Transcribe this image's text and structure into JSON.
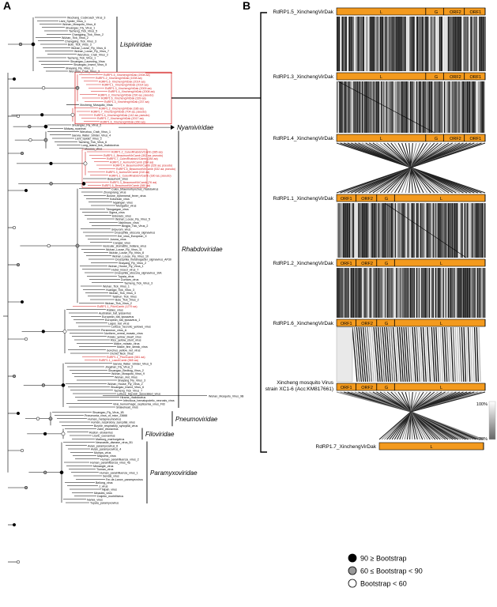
{
  "panels": {
    "a": "A",
    "b": "B"
  },
  "families": {
    "lispiviridae": "Lispiviridae",
    "nyamiviridae": "Nyamiviridae",
    "rhabdoviridae": "Rhabdoviridae",
    "pneumoviridae": "Pneumoviridae",
    "filoviridae": "Filoviridae",
    "paramyxoviridae": "Paramyxoviridae"
  },
  "lisp_leaves": [
    "Wuchang_Cockroach_Virus_3",
    "Lishi_Spider_Virus_1",
    "Wuhan_Mosquito_Virus_8",
    "Shuangao_Fly_Virus_1",
    "Tacheng_Tick_Virus_5",
    "Changping_Tick_Virus_2",
    "Wuhan_Tick_Virus_2",
    "Changping_Tick_Virus_3",
    "Bole_Tick_Virus_3",
    "Wuhan_Louse_Fly_Virus_6",
    "Wuhan_Louse_Fly_Virus_7",
    "Wenzhou_Crab_Virus_2",
    "Tacheng_Tick_Virus_1",
    "Shuangao_Lacewing_Virus",
    "Shuangao_Insect_Virus_5",
    "Shayang_Fly_Virus_1",
    "Wenzhou_Crab_Virus_3"
  ],
  "xinch_red": [
    "RdRP1.5_XinchengVirDak (2008 aa)",
    "RdRP1.2_XinchengVirDak (1008 aa)",
    "RdRP1.6_XinchengVirDak (2014 aa)",
    "RdRP1.1_XinchengVirDak (2014 aa)",
    "RdRP1.3_XinchengVirDak (2009 aa)",
    "RdRP1.4_XinchengVirDak (2008 aa)",
    "RdRP1.3_XinchengVirDak (290 aa; pseudo)",
    "RdRP1.6_XinchengVirDak (339 aa)",
    "RdRP1.3_XinchengVirDak (237 aa)"
  ],
  "xinch_mid": "Xincheng_Mosquito_Virus",
  "xinch_red2": [
    "RdRP1.2_XinchengVirDak (186 aa)",
    "RdRP1.7_XinchengVirDak (704 aa; pseudo)",
    "RdRP1.4_XinchengVirDak (142 aa; pseudo)",
    "RdRP1.7_XinchengVirDak (2017 aa)",
    "RdRP1.6_XinchengVirDak (260 aa)"
  ],
  "nyami_leaves": [
    "Shuangao_Fly_Virus_2",
    "Midway_nyavirus"
  ],
  "rhab_top": [
    "Wenzhou_Crab_Virus_1",
    "Sanxia_Water_Strider_Virus_4",
    "Lishi_Spider_Virus_2",
    "Tacheng_Tick_Virus_6",
    "Long_island_tick_rhabdovirus",
    "Moussa_virus"
  ],
  "culex_red": [
    "RdRP1.2_CulexRhabdoVCamb (385 aa)",
    "RdRP1.1_BeaumontVirCamb (302 aa; pseudo)",
    "RdRP1.7_CulexRhabdoVCamb (284 aa)",
    "RdRP1.2_AurinoVirCamb (284 aa)",
    "RdRP1.4_BeaumontVirCamb (326 aa; pseudo)",
    "RdRP1.5_BeaumontVirCamb (532 aa; pseudo)",
    "RdRP1.3_AurinoVirCamb (310 aa)",
    "RdRP1.1_CulexRhabdoVCamb (180 aa; pseudo)"
  ],
  "rhab_mid": [
    "Beaumont_virus"
  ],
  "culex_red2": [
    "RdRP1.3_BeaumontVirCamb (76 aa)",
    "RdRP1.6_BeaumontVirCamb (380 aa)"
  ],
  "rhab_leaves": [
    "Beaumont_virus",
    "Culex_tritaeniorhynchus_rhabdovirus",
    "Zhongxiang_virus",
    "Bovine_ephemeral_fever_virus",
    "Kotonkan_virus",
    "Ngaingan_virus",
    "Mongabei_virus",
    "Tibrogargan_virus",
    "Sigma_virus",
    "Eldorado_virus",
    "Wuhan_Louse_Fly_Virus_5",
    "Nishimuro_virus",
    "Bingjia_Tick_Virus_2",
    "Sripuram_virus",
    "Drosophila_obscura_sigmavirus",
    "Eel_virus_European_X",
    "Jurona_virus",
    "Carajas_virus",
    "Vesicular_stomatitis_Indiana_virus",
    "Wuhan_Louse_Fly_Virus_11",
    "Wuhan_Louse_Fly_Virus_8",
    "Wuhan_Louse_Fly_Virus_10",
    "Drosophila_melanogaster_sigmavirus_AP30",
    "Shayang_Fly_Virus_2",
    "Wuhan_House_Fly_Virus_1",
    "Hubei_insect_virus_7",
    "Drosophila_obscura_sigmavirus_10A",
    "Tupaia_virus",
    "Durham_virus",
    "Tacheng_Tick_Virus_3",
    "Wuhan_Tick_Virus_1",
    "Huangpi_Tick_Virus_3",
    "Wuhan_Tick_Virus_3",
    "Taishun_Tick_Virus",
    "Bole_Tick_Virus_2",
    "Wuhan_Tick_Virus_2"
  ],
  "pilori_red": [
    "RdRP1.1_PiloriCamb (1279 aa)"
  ],
  "rhab_leaves2": [
    "Rabies_virus",
    "Australian_bat_lyssavirus",
    "European_bat_lyssavirus",
    "European_bat_lyssavirus_1",
    "Lagos_bat_virus",
    "Lettuce_necrotic_yellows_virus",
    "Persimmon_virus_A",
    "Northern_cereal_mosaic_virus",
    "Potato_yellow_dwarf_virus",
    "Rice_yellow_stunt_virus",
    "Maize_mosaic_virus",
    "Maize_fine_streak_virus",
    "Sonchus_yellow_net_virus",
    "Orchid_fleck_virus"
  ],
  "lazuli_red": [
    "RdRP1.1_PiloriCamb (581 aa)",
    "RdRP1.1_LazuliCamb (565 aa)"
  ],
  "rhab_leaves3": [
    "Sanxia_Water_Strider_Virus_5",
    "Jingshan_Fly_Virus_2",
    "Shuangao_Bedbug_Virus_2",
    "Wuhan_Mosquito_Virus_9",
    "Wuhan_Ant_Virus",
    "Shayang_Fly_Virus_3",
    "Wuhan_House_Fly_Virus_2",
    "Shuangao_Insect_Virus_6",
    "Tacheng_Tick_Virus_7",
    "Lettuce_big-vein_associated_virus",
    "Hirame_rhabdovirus",
    "Infectious_hematopoietic_necrosis_virus",
    "Viral_hemorrhagic_septicemia_virus_Fil3",
    "Snakehead_virus"
  ],
  "long_leaf": "Wuhan_Mosquito_Virus_9B",
  "pneumo_leaves": [
    "Shuangao_Fly_Virus_1B",
    "Pneumonia_virus_of_mice_J3666",
    "Human_metapneumovirus",
    "Human_respiratory_syncytial_virus",
    "Bovine_respiratory_syncytial_virus"
  ],
  "filo_leaves": [
    "Zaire_ebolavirus",
    "Reston_ebolavirus",
    "Lloviu_cuevavirus",
    "Marburg_marburgvirus"
  ],
  "paramyxo_leaves": [
    "Newcastle_disease_virus_B1",
    "Avian_paramyxovirus_6",
    "Avian_paramyxovirus_4",
    "Mumps_virus",
    "Mapuera_virus",
    "Human_parainfluenza_virus_2",
    "Human_parainfluenza_virus_4a",
    "Menangle_virus",
    "Tioman_virus",
    "Human_parainfluenza_virus_1",
    "Sendai_virus",
    "Fer-de-Lance_paramyxovirus",
    "Beilong_virus",
    "J_virus",
    "Nipah_virus",
    "Measles_virus",
    "Dolphin_morbillivirus",
    "Nariva_virus",
    "Tupaia_paramyxovirus"
  ],
  "legend": {
    "high": "90 ≥ Bootstrap",
    "mid": "60 ≤ Bootstrap < 90",
    "low": "Bootstrap  < 60"
  },
  "tracks": [
    {
      "label": "RdRP1.5_XinchengVirDak",
      "genes": [
        "L",
        "G",
        "ORF2",
        "ORF1"
      ]
    },
    {
      "label": "RdRP1.3_XinchengVirDak",
      "genes": [
        "L",
        "G",
        "ORF2",
        "ORF1"
      ]
    },
    {
      "label": "RdRP1.4_XinchengVirDak",
      "genes": [
        "L",
        "G",
        "ORF2",
        "ORF1"
      ]
    },
    {
      "label": "RdRP1.1_XinchengVirDak",
      "genes": [
        "ORF1",
        "ORF2",
        "G",
        "L"
      ]
    },
    {
      "label": "RdRP1.2_XinchengVirDak",
      "genes": [
        "ORF1",
        "ORF2",
        "G",
        "L"
      ]
    },
    {
      "label": "RdRP1.6_XinchengVirDak",
      "genes": [
        "ORF1",
        "ORF2",
        "G",
        "L"
      ]
    },
    {
      "label": "Xincheng mosquito Virus",
      "label2": "strain XC1-6 (Acc:KM817661)",
      "genes": [
        "ORF1",
        "ORF2",
        "G",
        "L"
      ]
    },
    {
      "label": "RdRP1.7_XinchengVirDak",
      "genes": [
        "L"
      ]
    }
  ],
  "scale": {
    "top": "100%",
    "bottom": "28%"
  },
  "colors": {
    "gene": "#f39a1e",
    "red": "#d42020",
    "grey": "#888888"
  }
}
